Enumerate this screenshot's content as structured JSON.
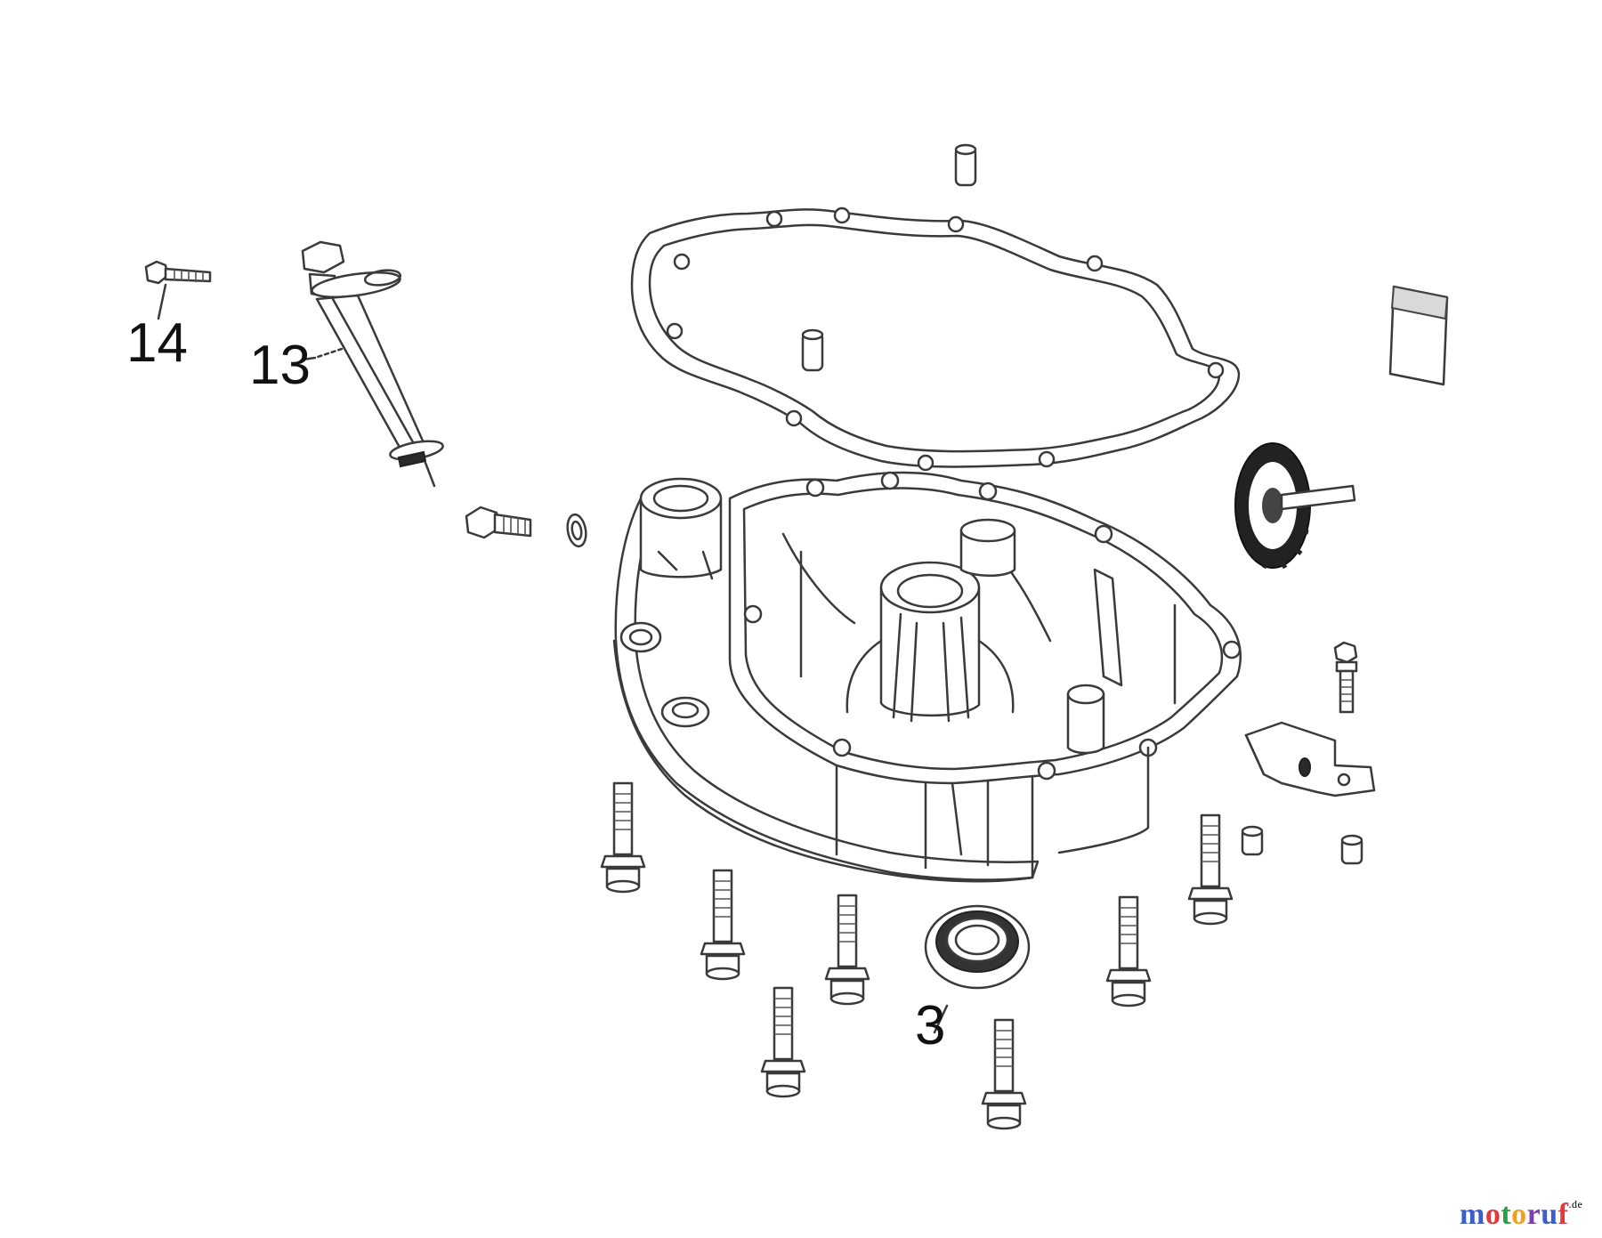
{
  "callouts": [
    {
      "id": "14",
      "label": "14"
    },
    {
      "id": "13",
      "label": "13"
    },
    {
      "id": "3",
      "label": "3"
    }
  ],
  "watermark": {
    "prefix": "moto",
    "suffix": "ruf",
    "tld": ".de",
    "colors": [
      "#3a5fcd",
      "#e03a3a",
      "#2e9e44",
      "#f0a020",
      "#7b3fb0"
    ]
  }
}
